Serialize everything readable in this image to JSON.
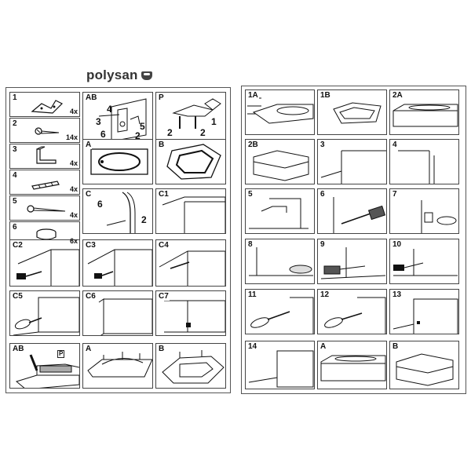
{
  "brand": {
    "name": "polysan"
  },
  "parts": [
    {
      "label": "1",
      "qty": "4x"
    },
    {
      "label": "2",
      "qty": "14x"
    },
    {
      "label": "3",
      "qty": "4x"
    },
    {
      "label": "4",
      "qty": "4x"
    },
    {
      "label": "5",
      "qty": "4x"
    },
    {
      "label": "6",
      "qty": "6x"
    }
  ],
  "left_panels": {
    "ab": "AB",
    "p": "P",
    "a": "A",
    "b": "B",
    "c": "C",
    "c1": "C1",
    "c2": "C2",
    "c3": "C3",
    "c4": "C4",
    "c5": "C5",
    "c6": "C6",
    "c7": "C7",
    "ab2": "AB",
    "a2": "A",
    "b2": "B"
  },
  "callouts": {
    "ab_4": "4",
    "ab_3": "3",
    "ab_6": "6",
    "ab_2": "2",
    "ab_5": "5",
    "p_1": "1",
    "p_2a": "2",
    "p_2b": "2",
    "c_6": "6",
    "c_2": "2",
    "ab2_p": "P",
    "p_mark": "P"
  },
  "right_panels": {
    "r1a": "1A",
    "r1b": "1B",
    "r2a": "2A",
    "r2b": "2B",
    "r3": "3",
    "r4": "4",
    "r5": "5",
    "r6": "6",
    "r7": "7",
    "r8": "8",
    "r9": "9",
    "r10": "10",
    "r11": "11",
    "r12": "12",
    "r13": "13",
    "r14": "14",
    "ra": "A",
    "rb": "B"
  }
}
